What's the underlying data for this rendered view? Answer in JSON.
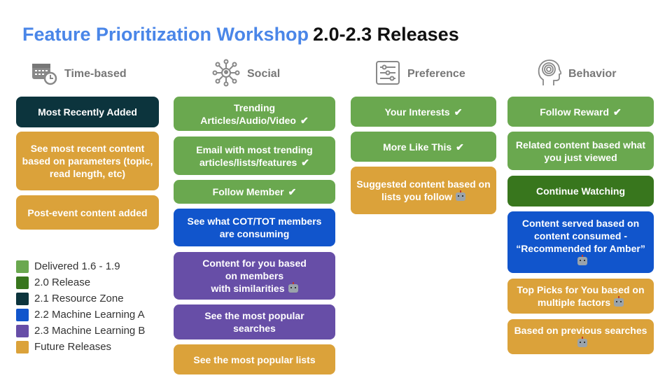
{
  "title": {
    "main": "Feature Prioritization Workshop",
    "sub": "2.0-2.3 Releases"
  },
  "colors": {
    "delivered": "#6aa84f",
    "release20": "#38761d",
    "resource": "#0c343d",
    "mla": "#1155cc",
    "mlb": "#674ea7",
    "future": "#dba23a",
    "title": "#4a86e8"
  },
  "columns": [
    {
      "label": "Time-based",
      "icon": "calendar-clock-icon",
      "cards": [
        {
          "text": "Most Recently Added",
          "status": "resource"
        },
        {
          "text": "See most recent content based on parameters (topic, read length, etc)",
          "status": "future"
        },
        {
          "text": "Post-event content added",
          "status": "future"
        }
      ]
    },
    {
      "label": "Social",
      "icon": "network-hub-icon",
      "cards": [
        {
          "text": "Trending\nArticles/Audio/Video",
          "status": "delivered",
          "check": true
        },
        {
          "text": "Email with most trending articles/lists/features",
          "status": "delivered",
          "check": true
        },
        {
          "text": "Follow Member",
          "status": "delivered",
          "check": true
        },
        {
          "text": "See what COT/TOT members are consuming",
          "status": "mla"
        },
        {
          "text": "Content for you based\non members\nwith similarities",
          "status": "mlb",
          "robot": true
        },
        {
          "text": "See the most popular\nsearches",
          "status": "mlb"
        },
        {
          "text": "See the most popular lists",
          "status": "future"
        }
      ]
    },
    {
      "label": "Preference",
      "icon": "sliders-icon",
      "cards": [
        {
          "text": "Your Interests",
          "status": "delivered",
          "check": true
        },
        {
          "text": "More Like This",
          "status": "delivered",
          "check": true
        },
        {
          "text": "Suggested content based on lists you follow",
          "status": "future",
          "robot": true
        }
      ]
    },
    {
      "label": "Behavior",
      "icon": "head-brain-icon",
      "cards": [
        {
          "text": "Follow Reward",
          "status": "delivered",
          "check": true
        },
        {
          "text": "Related content based what you just viewed",
          "status": "delivered"
        },
        {
          "text": "Continue Watching",
          "status": "release20"
        },
        {
          "text": "Content  served based on content consumed - “Recommended for Amber”",
          "status": "mla",
          "robot": true
        },
        {
          "text": "Top Picks for You based on multiple factors",
          "status": "future",
          "robot": true
        },
        {
          "text": "Based on previous searches",
          "status": "future",
          "robot": true
        }
      ]
    }
  ],
  "check_glyph": "✔",
  "legend": [
    {
      "label": "Delivered 1.6 - 1.9",
      "status": "delivered"
    },
    {
      "label": "2.0 Release",
      "status": "release20"
    },
    {
      "label": "2.1 Resource Zone",
      "status": "resource"
    },
    {
      "label": "2.2 Machine Learning A",
      "status": "mla"
    },
    {
      "label": "2.3 Machine Learning B",
      "status": "mlb"
    },
    {
      "label": "Future Releases",
      "status": "future"
    }
  ]
}
